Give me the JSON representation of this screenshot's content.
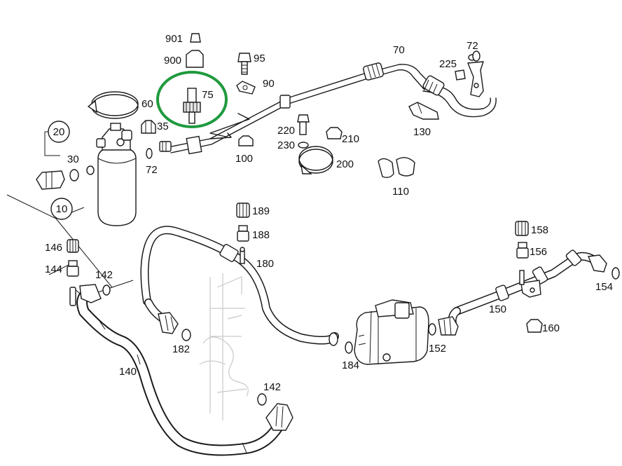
{
  "highlight": {
    "color": "#1f9a3e",
    "target": "75"
  },
  "labels": {
    "p901": "901",
    "p900": "900",
    "p95": "95",
    "p70": "70",
    "p72a": "72",
    "p225": "225",
    "p75": "75",
    "p90": "90",
    "p60": "60",
    "p35": "35",
    "p20": "20",
    "p30": "30",
    "p72b": "72",
    "p220": "220",
    "p210": "210",
    "p230": "230",
    "p130": "130",
    "p100": "100",
    "p200": "200",
    "p110": "110",
    "p10": "10",
    "p189": "189",
    "p188": "188",
    "p158": "158",
    "p146": "146",
    "p156": "156",
    "p180": "180",
    "p144": "144",
    "p142a": "142",
    "p154": "154",
    "p150": "150",
    "p160": "160",
    "p182": "182",
    "p152": "152",
    "p184": "184",
    "p140": "140",
    "p142b": "142"
  }
}
